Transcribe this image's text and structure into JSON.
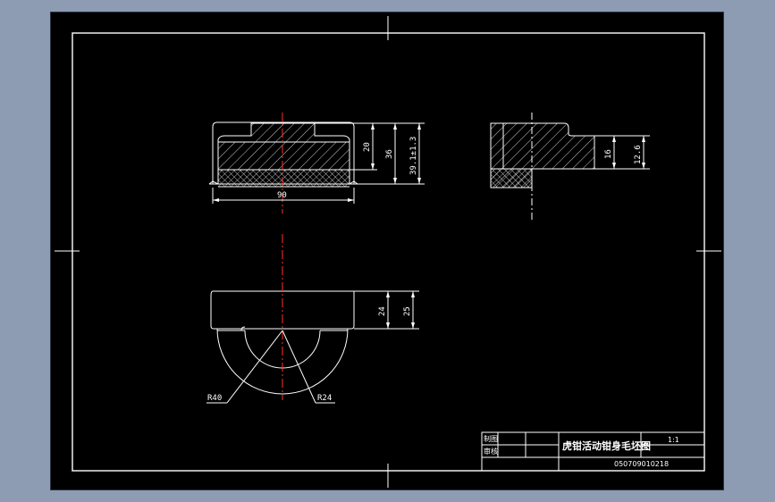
{
  "colors": {
    "background": "#8d9cb2",
    "sheet": "#000000",
    "lines": "#ffffff",
    "centerline": "#ff3030"
  },
  "dimensions": {
    "width_90": "90",
    "h_20": "20",
    "h_36": "36",
    "h_total": "39.1±1.3",
    "h_16": "16",
    "h_12_6": "12.6",
    "h_24": "24",
    "h_25": "25",
    "r_40": "R40",
    "r_24": "R24"
  },
  "title_block": {
    "row1_label": "制图",
    "row2_label": "审核",
    "title": "虎钳活动钳身毛坯图",
    "scale": "1:1",
    "drawing_no": "050709010218"
  }
}
